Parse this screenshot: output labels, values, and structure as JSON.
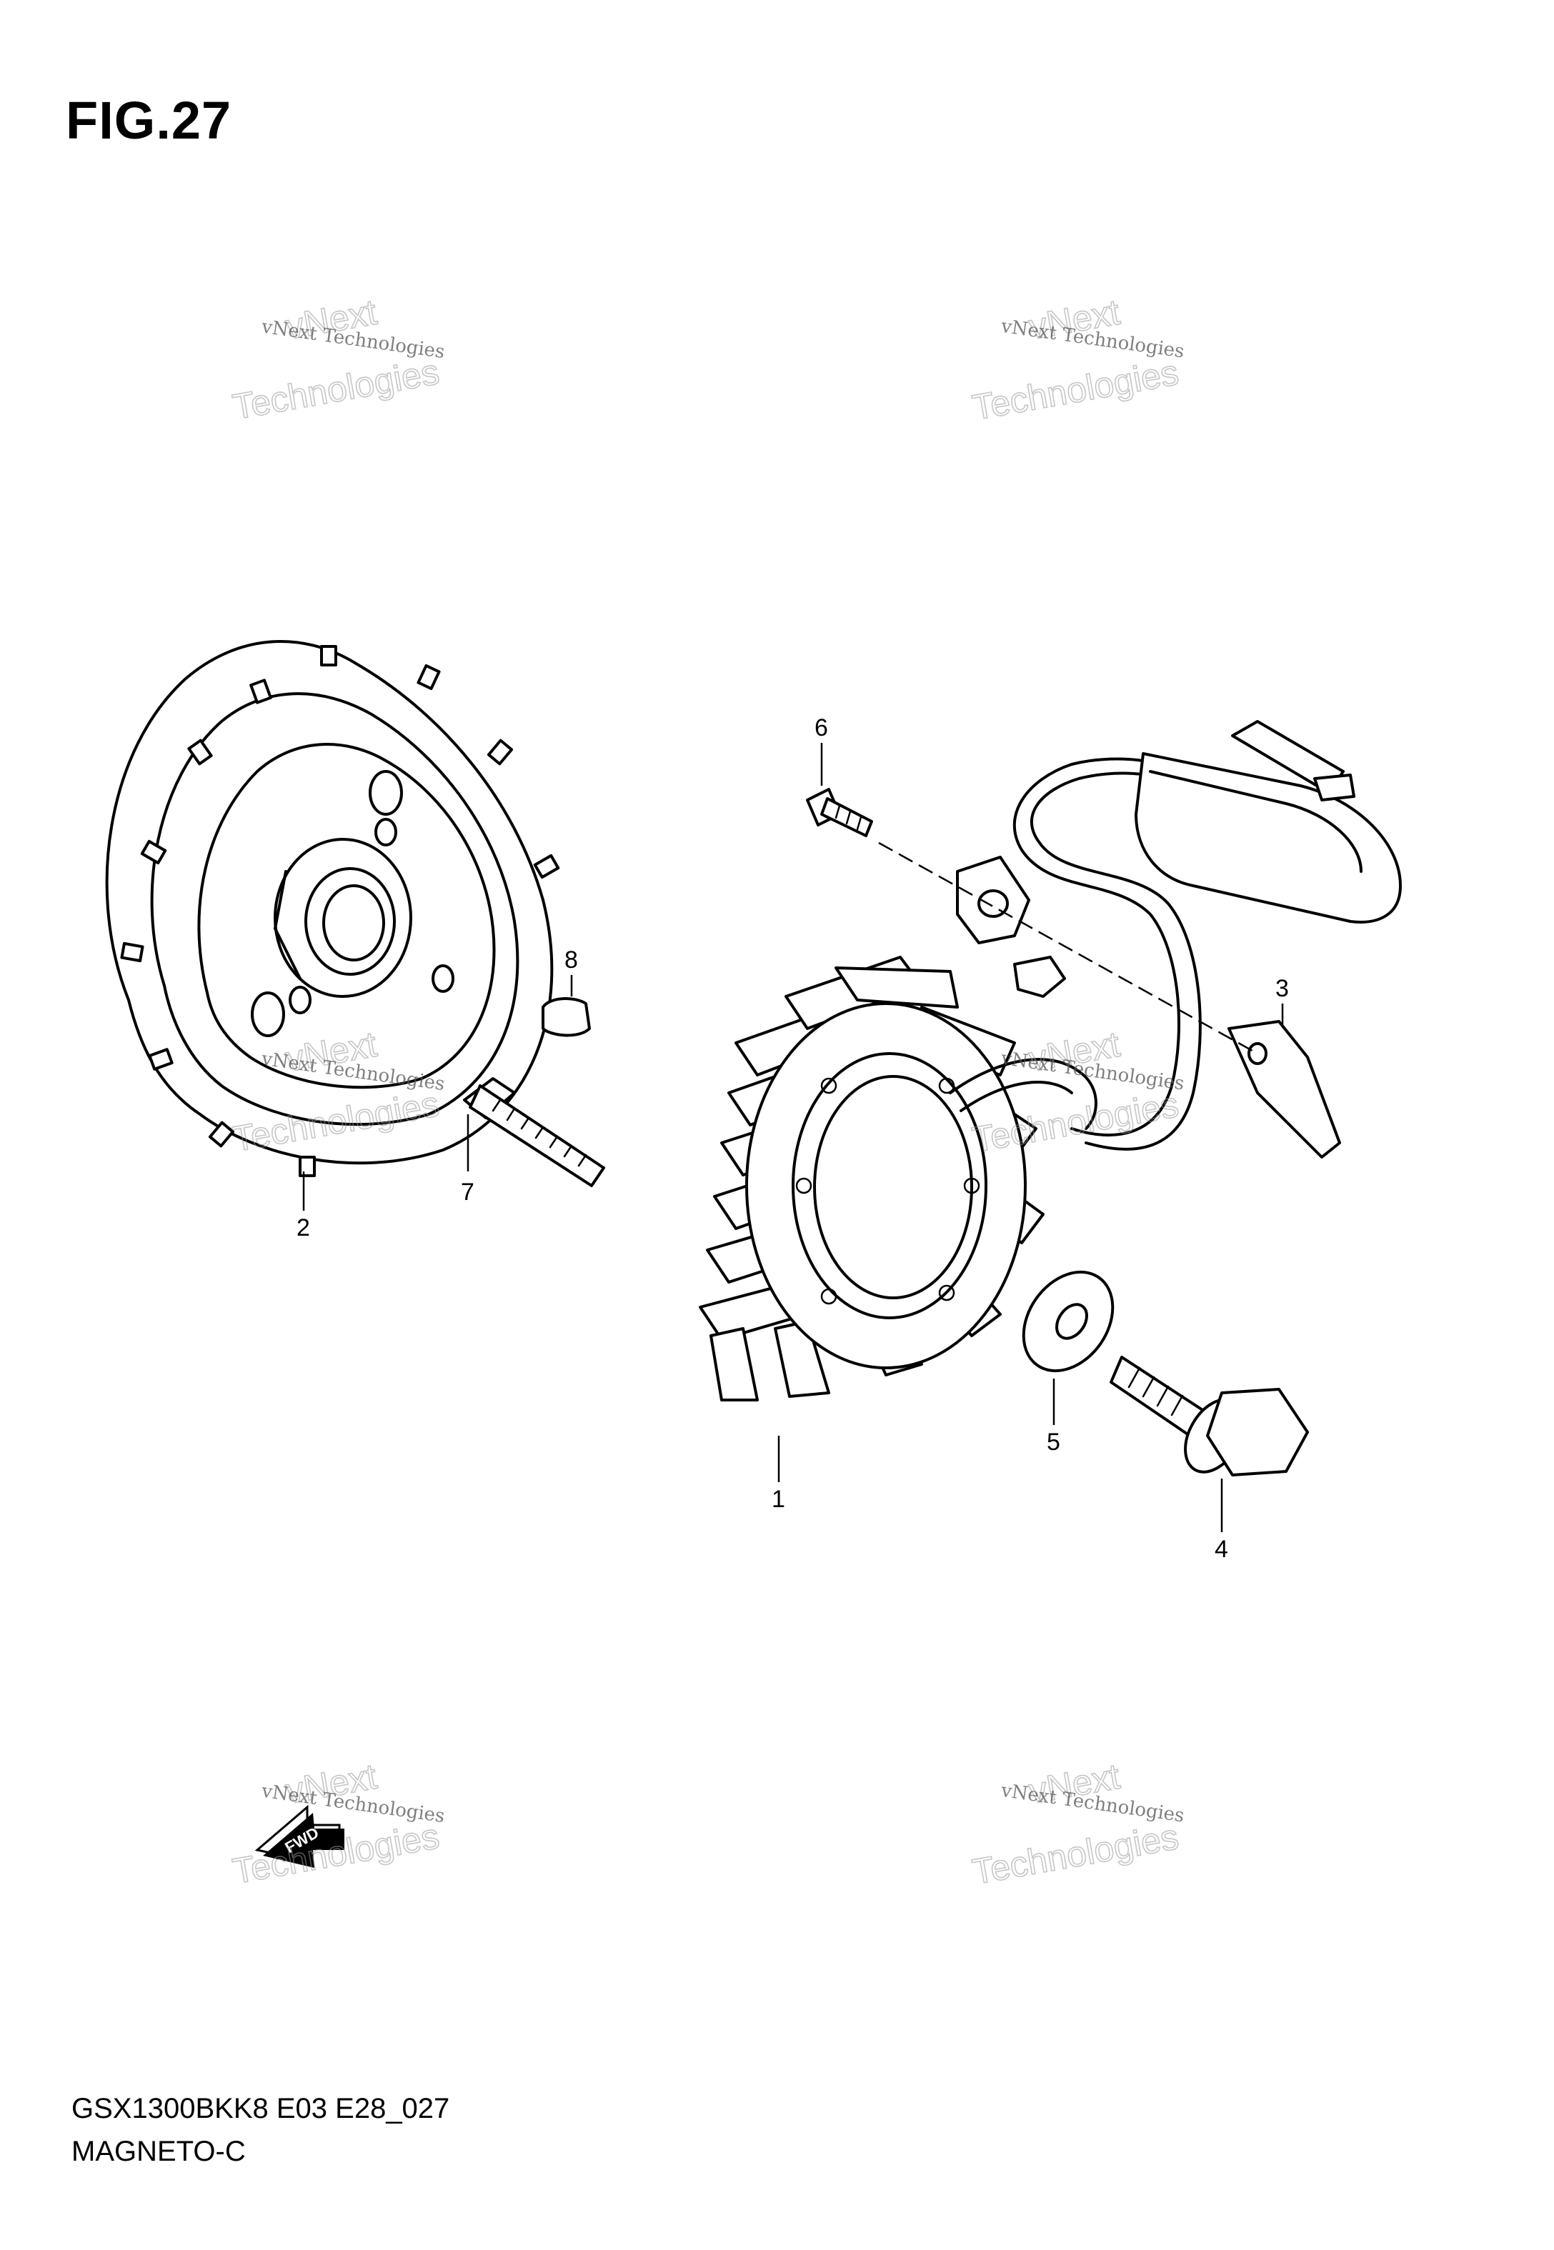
{
  "figure": {
    "title": "FIG.27",
    "model_code": "GSX1300BKK8 E03 E28_027",
    "section_name": "MAGNETO-C"
  },
  "callouts": {
    "part_1": "1",
    "part_2": "2",
    "part_3": "3",
    "part_4": "4",
    "part_5": "5",
    "part_6": "6",
    "part_7": "7",
    "part_8": "8"
  },
  "watermark": {
    "line_small": "vNext Technologies",
    "line_big_1": "vNext",
    "line_big_2": "Technologies"
  },
  "badge": {
    "label": "FWD"
  },
  "colors": {
    "line": "#000000",
    "background": "#ffffff",
    "watermark": "#999999"
  }
}
